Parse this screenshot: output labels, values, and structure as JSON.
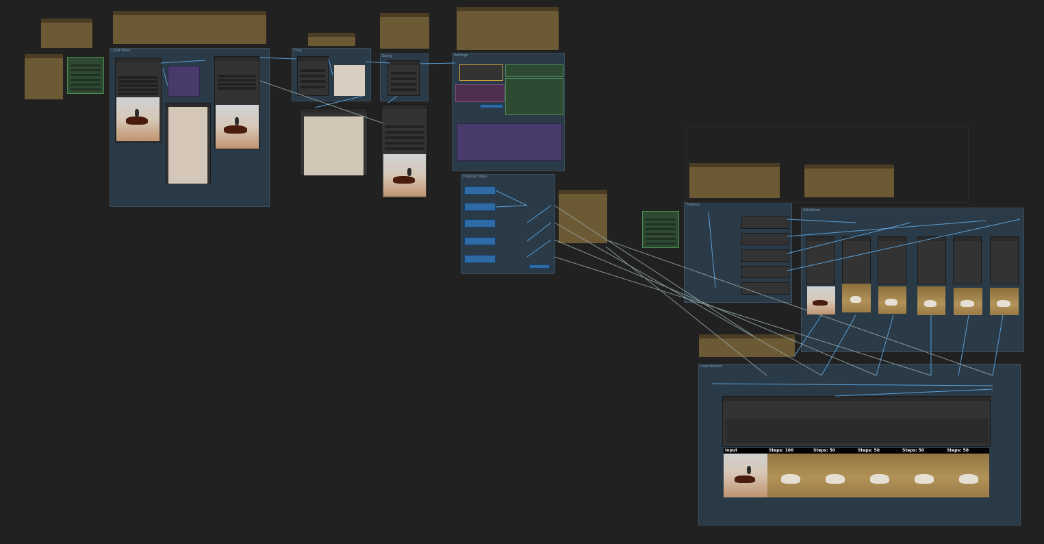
{
  "groups": {
    "load_video": "Load Video",
    "crop": "Crop",
    "sizing": "Sizing",
    "settings": "Settings",
    "training_steps": "Training Steps",
    "training": "Training",
    "validation": "Validation",
    "load_trained": "Load trained"
  },
  "comparison_strip": {
    "labels": [
      "Input",
      "Steps: 100",
      "Steps: 50",
      "Steps: 50",
      "Steps: 50",
      "Steps: 50"
    ]
  },
  "colors": {
    "canvas": "#212121",
    "group": "#2b3a47",
    "note": "#6b5a34",
    "link_blue": "#5aa0d8",
    "link_gray": "#9fb3b3",
    "primitive_node": "#2d6aa6",
    "green_node": "#2f4a33",
    "purple_node": "#483a6a"
  }
}
